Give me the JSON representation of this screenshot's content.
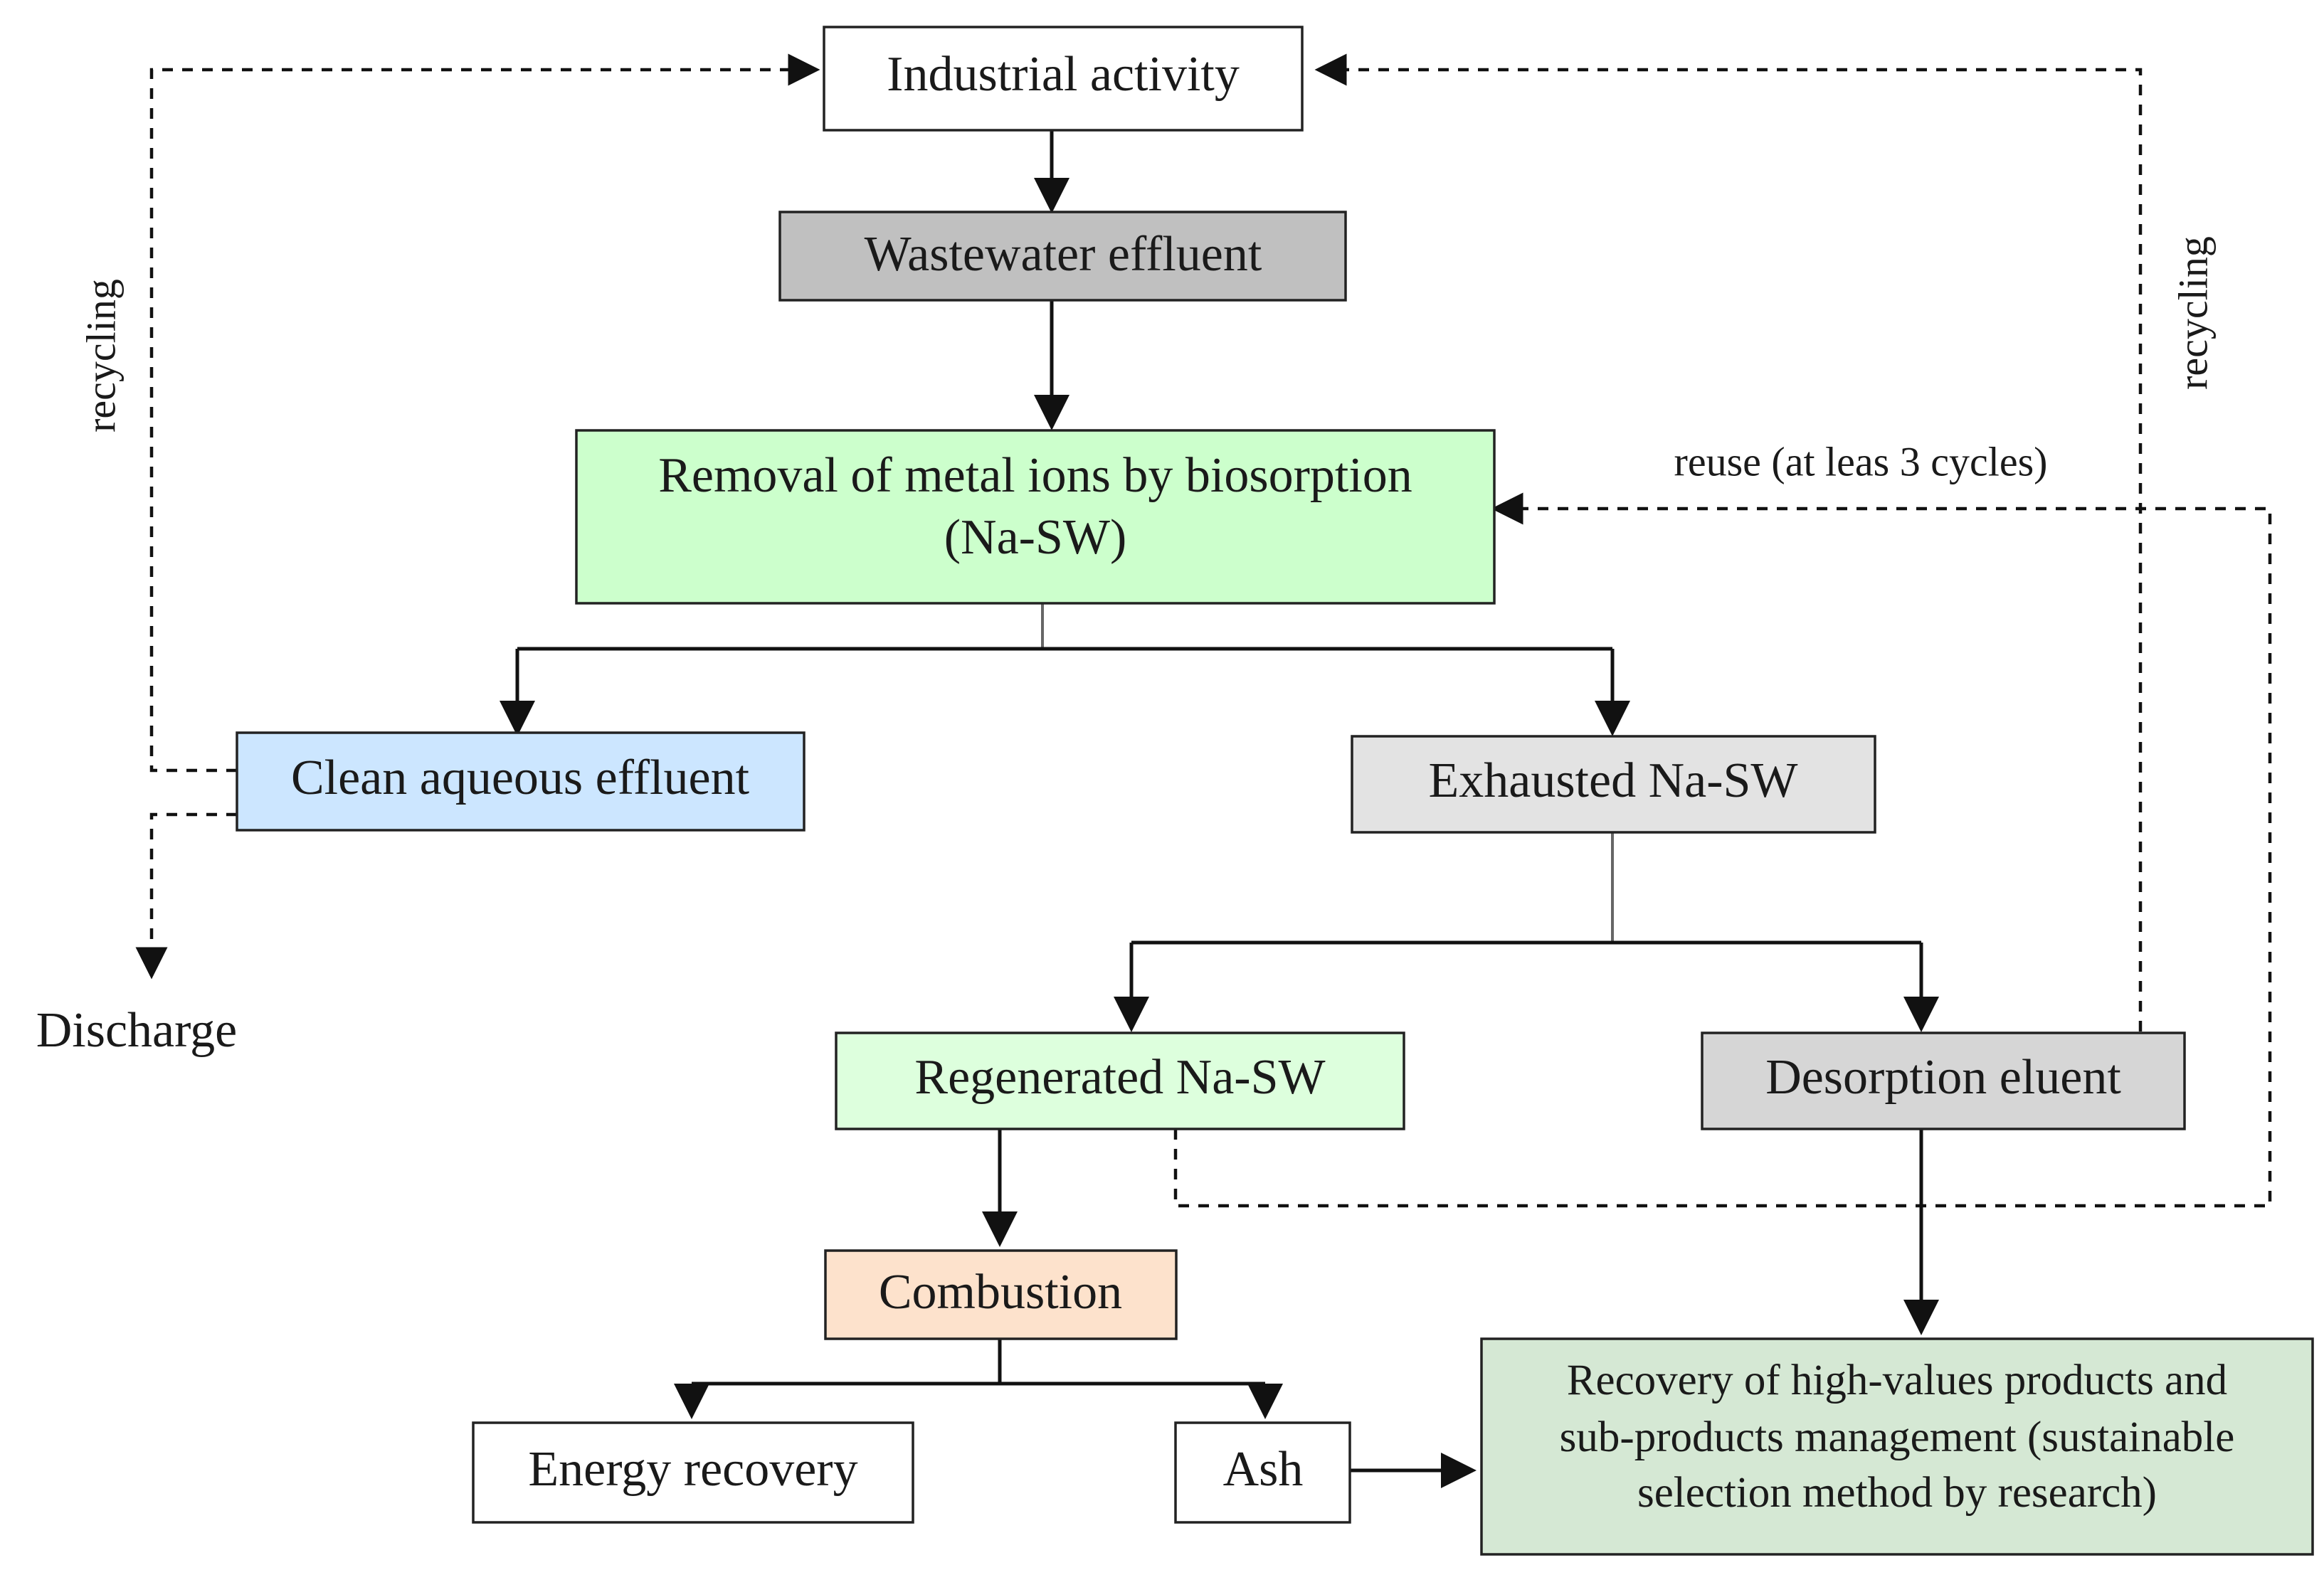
{
  "nodes": {
    "industrial": {
      "label": "Industrial activity",
      "fill": "#ffffff"
    },
    "wastewater": {
      "label": "Wastewater effluent",
      "fill": "#c0c0c0"
    },
    "removal": {
      "line1": "Removal of metal ions by biosorption",
      "line2": "(Na-SW)",
      "fill": "#ccffcc"
    },
    "clean": {
      "label": "Clean aqueous effluent",
      "fill": "#cce6ff"
    },
    "exhausted": {
      "label": "Exhausted Na-SW",
      "fill": "#e3e3e3"
    },
    "regenerated": {
      "label": "Regenerated Na-SW",
      "fill": "#ddffdd"
    },
    "desorption": {
      "label": "Desorption eluent",
      "fill": "#d6d6d6"
    },
    "combustion": {
      "label": "Combustion",
      "fill": "#fde2cc"
    },
    "energy": {
      "label": "Energy recovery",
      "fill": "#ffffff"
    },
    "ash": {
      "label": "Ash",
      "fill": "#ffffff"
    },
    "recovery": {
      "line1": "Recovery of high-values products and",
      "line2": "sub-products management (sustainable",
      "line3": "selection method by research)",
      "fill": "#d5e8d4"
    }
  },
  "labels": {
    "recycling_left": "recycling",
    "recycling_right": "recycling",
    "reuse": "reuse (at leas 3 cycles)",
    "discharge": "Discharge"
  }
}
